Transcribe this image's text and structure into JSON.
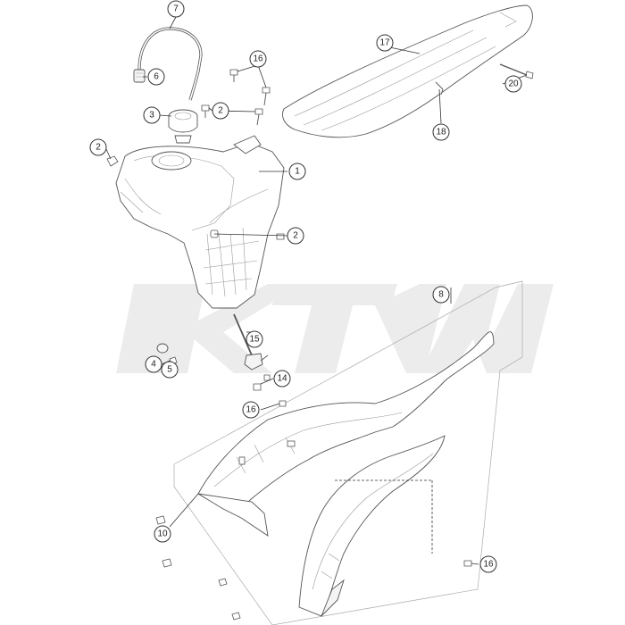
{
  "callouts": [
    {
      "id": "c7",
      "label": "7"
    },
    {
      "id": "c6",
      "label": "6"
    },
    {
      "id": "c16a",
      "label": "16"
    },
    {
      "id": "c3",
      "label": "3"
    },
    {
      "id": "c2a",
      "label": "2"
    },
    {
      "id": "c2b",
      "label": "2"
    },
    {
      "id": "c1",
      "label": "1"
    },
    {
      "id": "c2c",
      "label": "2"
    },
    {
      "id": "c17",
      "label": "17"
    },
    {
      "id": "c20",
      "label": "20"
    },
    {
      "id": "c18",
      "label": "18"
    },
    {
      "id": "c8",
      "label": "8"
    },
    {
      "id": "c15",
      "label": "15"
    },
    {
      "id": "c4",
      "label": "4"
    },
    {
      "id": "c5",
      "label": "5"
    },
    {
      "id": "c14",
      "label": "14"
    },
    {
      "id": "c16b",
      "label": "16"
    },
    {
      "id": "c10",
      "label": "10"
    },
    {
      "id": "c16c",
      "label": "16"
    }
  ],
  "colors": {
    "line": "#555555",
    "watermark": "#ececec",
    "background": "#ffffff"
  }
}
